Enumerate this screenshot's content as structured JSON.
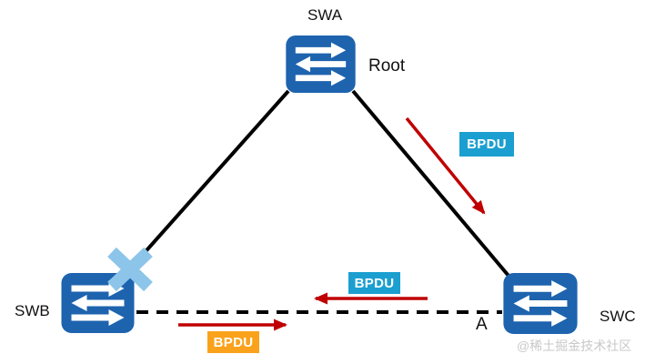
{
  "nodes": {
    "swa": {
      "name": "SWA",
      "tag": "Root"
    },
    "swb": {
      "name": "SWB"
    },
    "swc": {
      "name": "SWC"
    }
  },
  "labels": {
    "port_a": "A"
  },
  "badges": {
    "bpdu_diagonal": "BPDU",
    "bpdu_middle": "BPDU",
    "bpdu_bottom": "BPDU"
  },
  "watermark": "@稀土掘金技术社区",
  "colors": {
    "switch_blue": "#1E63AE",
    "badge_cyan": "#1B9FD0",
    "badge_orange": "#FAA21B",
    "arrow_red": "#C00000",
    "blocked_x": "#8CC5E9",
    "line_black": "#000000",
    "watermark_gray": "#C9C9C9"
  }
}
